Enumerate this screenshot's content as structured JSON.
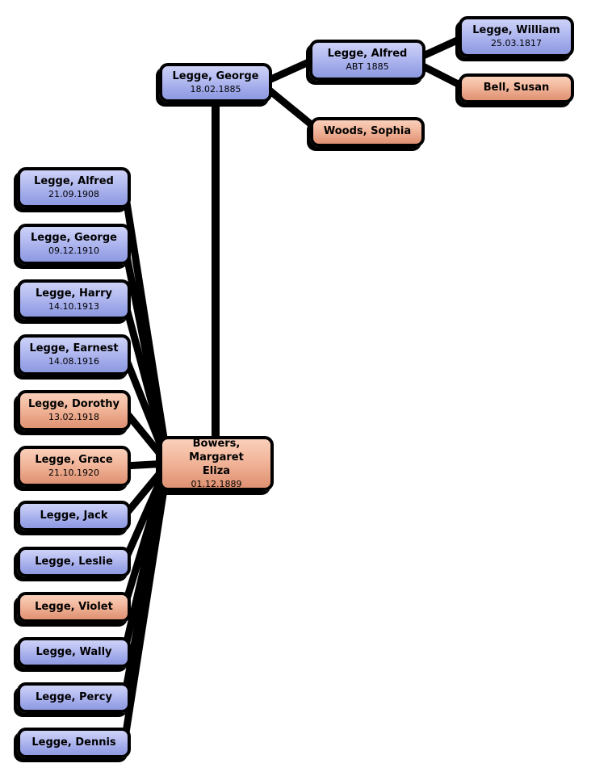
{
  "palette": {
    "male_fill_top": "#cdd2f7",
    "male_fill_bottom": "#8f99e0",
    "female_fill_top": "#f9cfba",
    "female_fill_bottom": "#df9273",
    "border_color": "#000000",
    "line_color": "#000000",
    "background": "#ffffff"
  },
  "people": {
    "william": {
      "name": "Legge, William",
      "date": "25.03.1817",
      "color": "blue"
    },
    "susan": {
      "name": "Bell, Susan",
      "date": "",
      "color": "salmon"
    },
    "alfred_sr": {
      "name": "Legge, Alfred",
      "date": "ABT 1885",
      "color": "blue"
    },
    "sophia": {
      "name": "Woods, Sophia",
      "date": "",
      "color": "salmon"
    },
    "george": {
      "name": "Legge, George",
      "date": "18.02.1885",
      "color": "blue"
    },
    "margaret": {
      "name": "Bowers, Margaret\nEliza",
      "date": "01.12.1889",
      "color": "salmon"
    },
    "children": [
      {
        "name": "Legge, Alfred",
        "date": "21.09.1908",
        "color": "blue"
      },
      {
        "name": "Legge, George",
        "date": "09.12.1910",
        "color": "blue"
      },
      {
        "name": "Legge, Harry",
        "date": "14.10.1913",
        "color": "blue"
      },
      {
        "name": "Legge, Earnest",
        "date": "14.08.1916",
        "color": "blue"
      },
      {
        "name": "Legge, Dorothy",
        "date": "13.02.1918",
        "color": "salmon"
      },
      {
        "name": "Legge, Grace",
        "date": "21.10.1920",
        "color": "salmon"
      },
      {
        "name": "Legge, Jack",
        "date": "",
        "color": "blue"
      },
      {
        "name": "Legge, Leslie",
        "date": "",
        "color": "blue"
      },
      {
        "name": "Legge, Violet",
        "date": "",
        "color": "salmon"
      },
      {
        "name": "Legge, Wally",
        "date": "",
        "color": "blue"
      },
      {
        "name": "Legge, Percy",
        "date": "",
        "color": "blue"
      },
      {
        "name": "Legge, Dennis",
        "date": "",
        "color": "blue"
      }
    ]
  },
  "relationships": [
    {
      "from": "george",
      "to": "alfred_sr",
      "type": "father"
    },
    {
      "from": "george",
      "to": "sophia",
      "type": "mother"
    },
    {
      "from": "alfred_sr",
      "to": "william",
      "type": "father"
    },
    {
      "from": "alfred_sr",
      "to": "susan",
      "type": "mother"
    },
    {
      "from": "george",
      "to": "margaret",
      "type": "union"
    },
    {
      "from": "children",
      "to": "george+margaret",
      "type": "offspring"
    }
  ]
}
